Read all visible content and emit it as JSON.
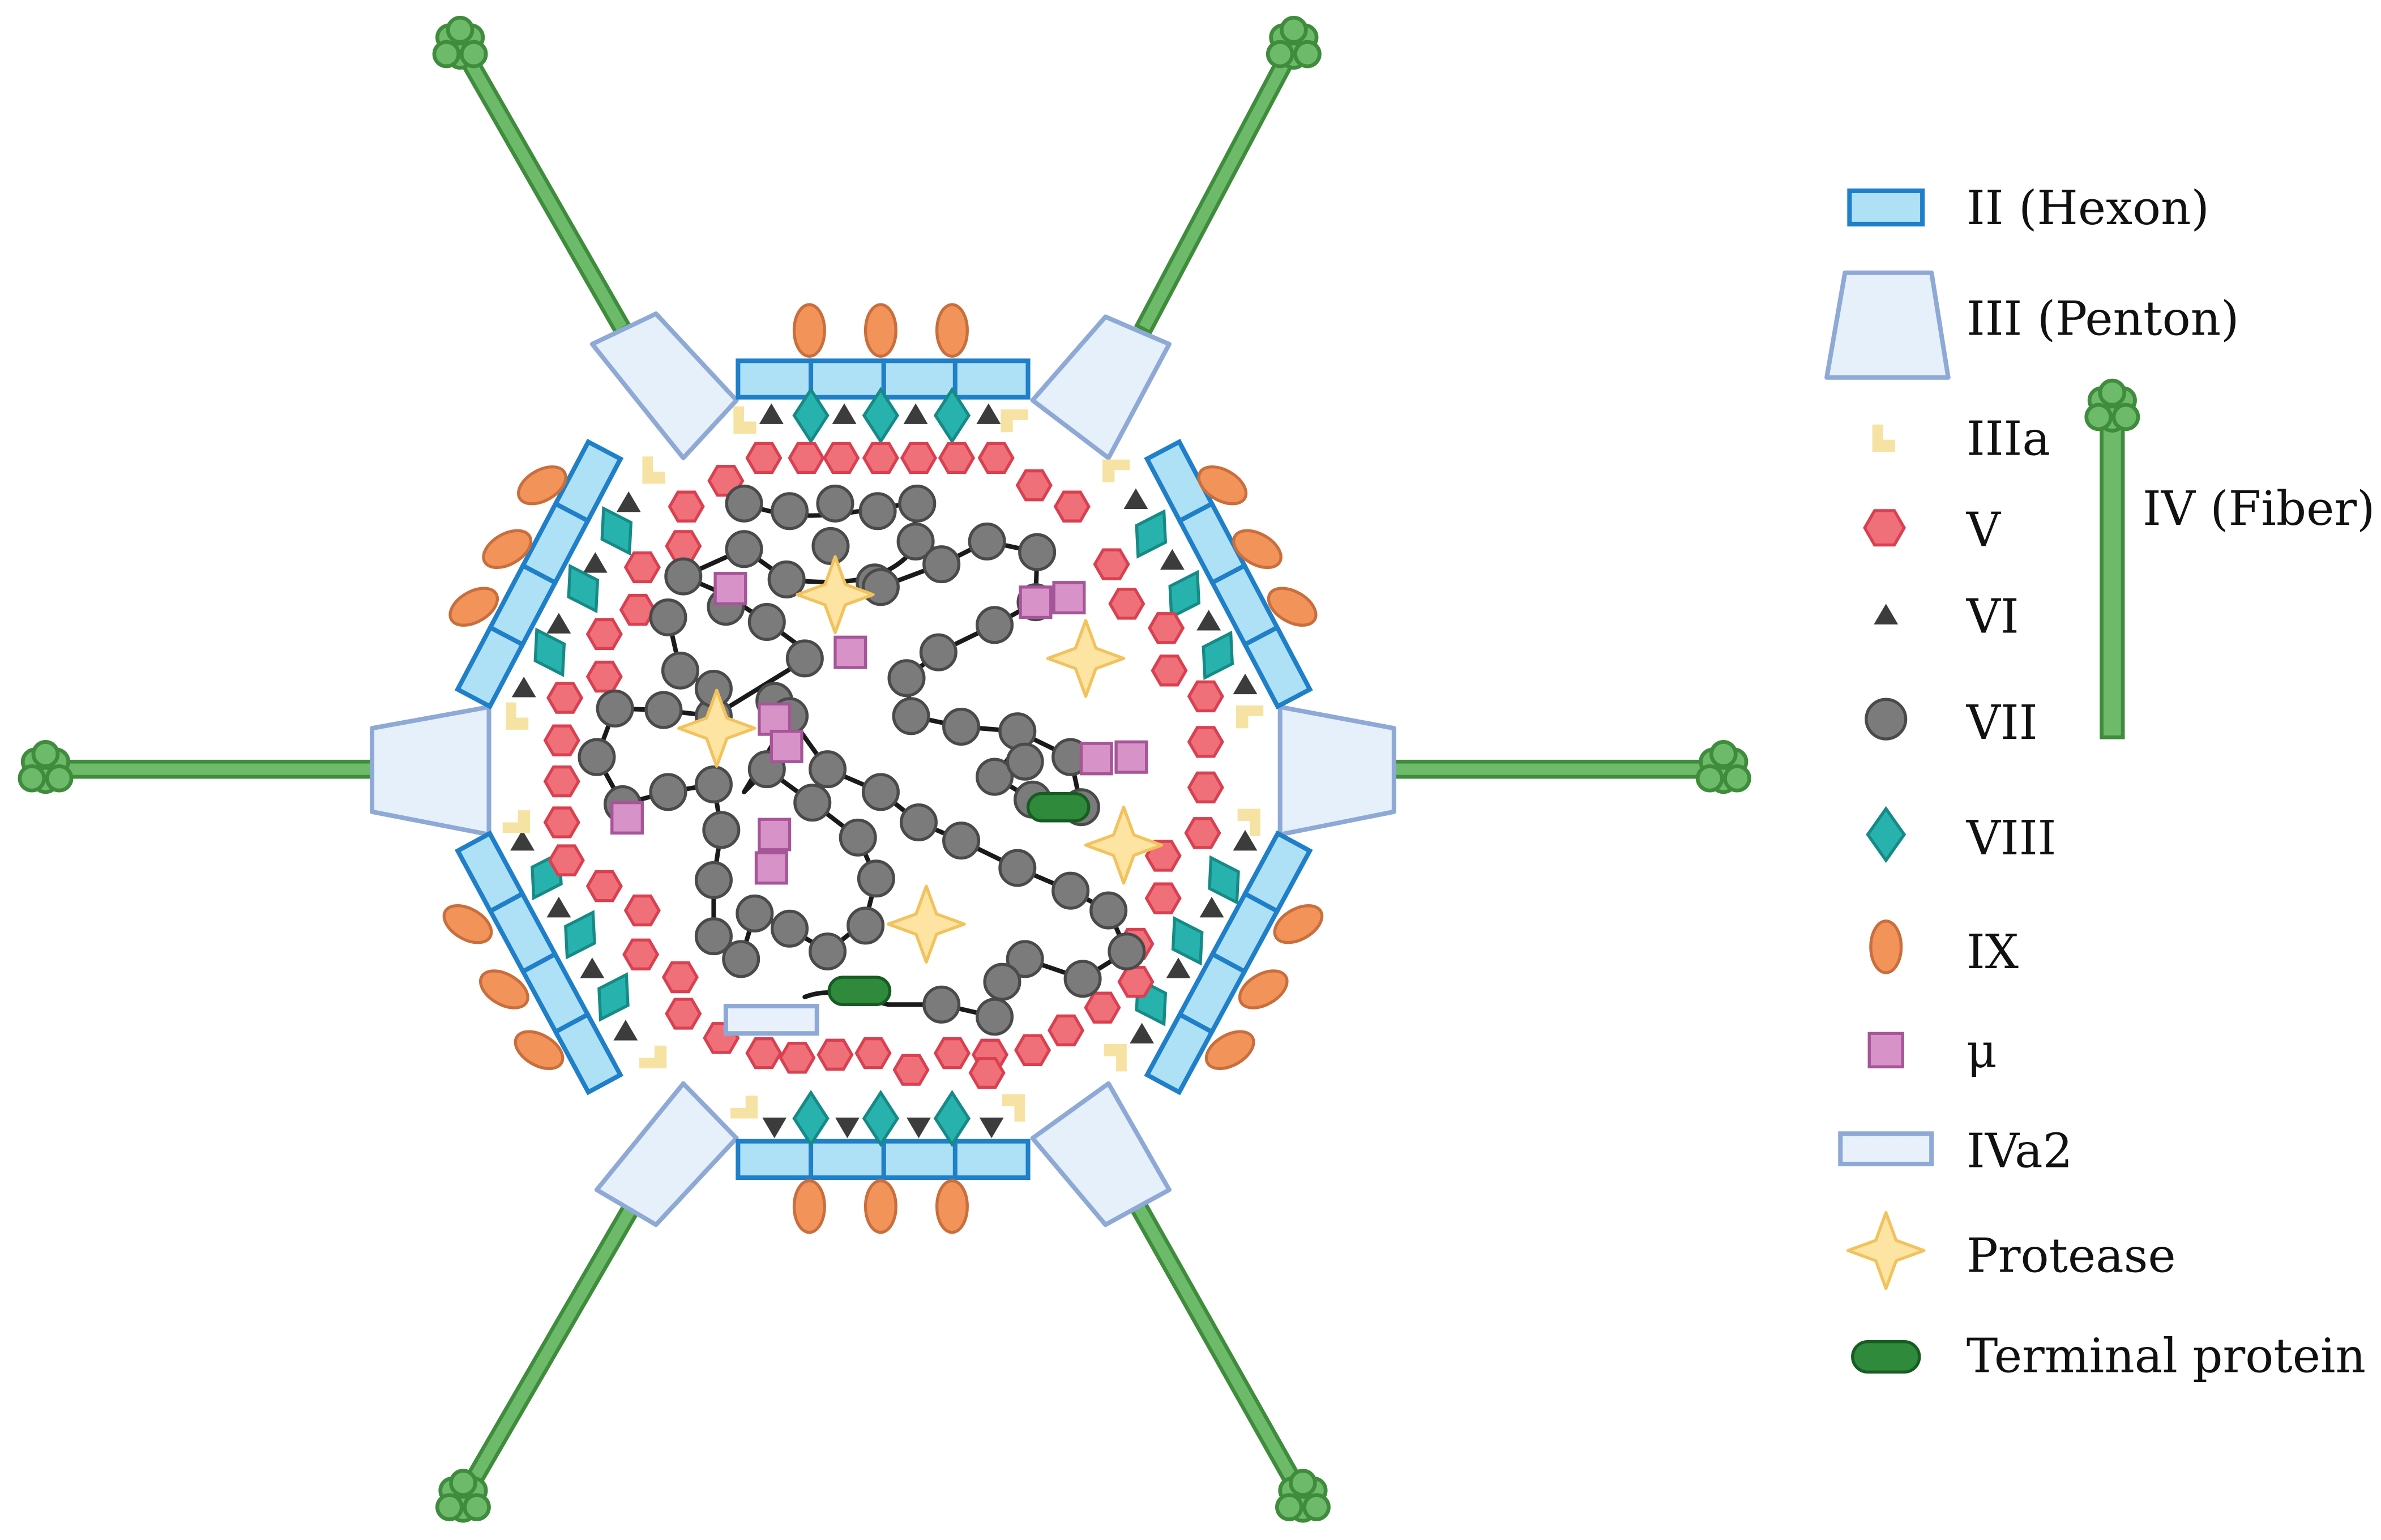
{
  "diagram": {
    "legend": [
      {
        "key": "hexon",
        "label": "II (Hexon)"
      },
      {
        "key": "penton",
        "label": "III (Penton)"
      },
      {
        "key": "iiia",
        "label": "IIIa"
      },
      {
        "key": "v",
        "label": "V"
      },
      {
        "key": "vi",
        "label": "VI"
      },
      {
        "key": "vii",
        "label": "VII"
      },
      {
        "key": "viii",
        "label": "VIII"
      },
      {
        "key": "ix",
        "label": "IX"
      },
      {
        "key": "mu",
        "label": "μ"
      },
      {
        "key": "iva2",
        "label": "IVa2"
      },
      {
        "key": "protease",
        "label": "Protease"
      },
      {
        "key": "terminal",
        "label": "Terminal protein"
      },
      {
        "key": "fiber",
        "label": "IV (Fiber)"
      }
    ],
    "colors": {
      "hexon_fill": "#aee0f6",
      "hexon_stroke": "#1f7fc8",
      "penton_fill": "#e6f0fa",
      "penton_stroke": "#8ea9d6",
      "fiber_fill": "#6dbb6a",
      "fiber_stroke": "#3f8c3c",
      "iiia": "#f6e3a3",
      "v_fill": "#f0707a",
      "v_stroke": "#d94050",
      "vi": "#3c3c3c",
      "vii_fill": "#7b7b7b",
      "vii_stroke": "#4a4a4a",
      "viii_fill": "#28b2ad",
      "viii_stroke": "#168a86",
      "ix_fill": "#f2945a",
      "ix_stroke": "#c96e3c",
      "mu_fill": "#d792c8",
      "mu_stroke": "#a65598",
      "iva2_fill": "#e8f1fb",
      "iva2_stroke": "#8ea9d6",
      "protease_fill": "#fde4a2",
      "protease_stroke": "#f2c25c",
      "terminal_fill": "#2f8a3b",
      "terminal_stroke": "#175c22",
      "dna": "#1a1a1a"
    }
  }
}
